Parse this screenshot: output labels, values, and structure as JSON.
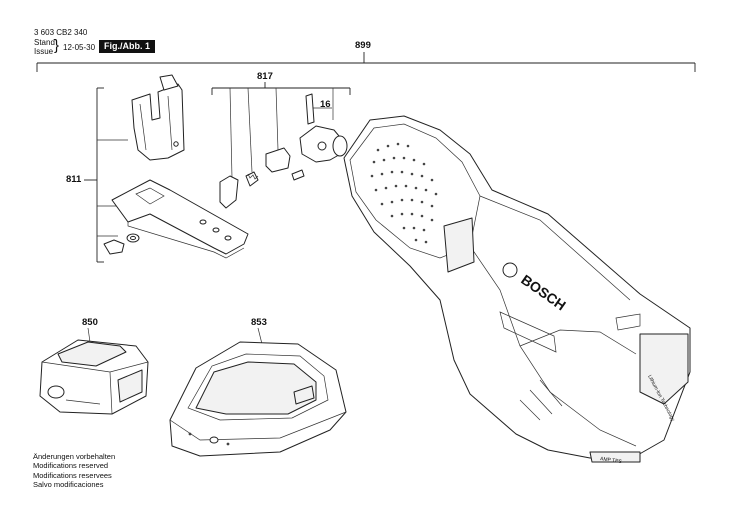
{
  "header": {
    "part_number": "3 603 CB2 340",
    "stand_label": "Stand",
    "issue_label": "Issue",
    "date": "12-05-30",
    "figure_label": "Fig./Abb. 1"
  },
  "callouts": {
    "c899": "899",
    "c817": "817",
    "c16": "16",
    "c811": "811",
    "c850": "850",
    "c853": "853"
  },
  "tool_texts": {
    "brand": "BOSCH",
    "battery_tech": "Lithium-Ion Technology",
    "badge": "AMP TPS"
  },
  "notes": [
    "Änderungen vorbehalten",
    "Modifications reserved",
    "Modifications reservees",
    "Salvo modificaciones"
  ]
}
